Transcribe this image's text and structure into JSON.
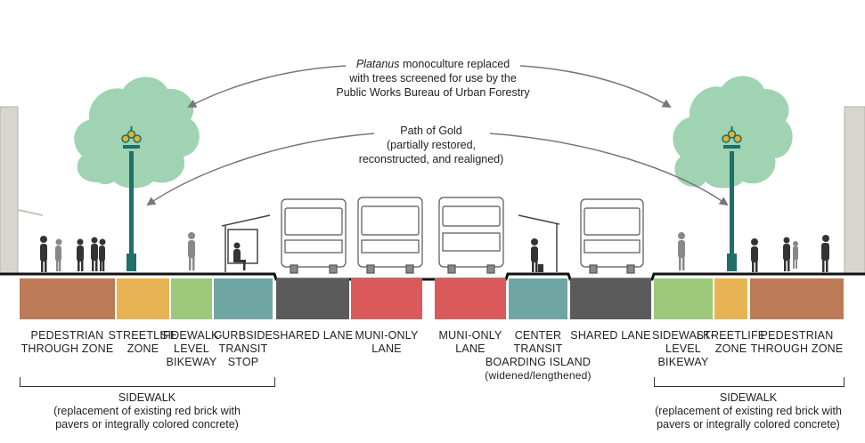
{
  "annotations": {
    "trees_em": "Platanus",
    "trees_rest": " monoculture replaced",
    "trees_line2": "with trees screened for use by the",
    "trees_line3": "Public Works Bureau of Urban Forestry",
    "gold_line1": "Path of Gold",
    "gold_line2": "(partially restored,",
    "gold_line3": "reconstructed, and realigned)"
  },
  "colors": {
    "pedestrian": "#bd7a57",
    "streetlife": "#e8b453",
    "bikeway": "#9dc87a",
    "transit_stop": "#6fa6a4",
    "shared_lane": "#5b5b5b",
    "muni_lane": "#da5a5b",
    "tree": "#9fd3b2",
    "lamp": "#1f6f6a",
    "lamp_light": "#e8b028",
    "building": "#d6d6cf",
    "people": "#333333"
  },
  "zones": [
    {
      "id": "ped-left",
      "line1": "PEDESTRIAN",
      "line2": "THROUGH ZONE",
      "line3": "",
      "line4": "",
      "color": "pedestrian"
    },
    {
      "id": "streetlife-left",
      "line1": "STREETLIFE",
      "line2": "ZONE",
      "line3": "",
      "line4": "",
      "color": "streetlife"
    },
    {
      "id": "bikeway-left",
      "line1": "SIDEWALK-",
      "line2": "LEVEL",
      "line3": "BIKEWAY",
      "line4": "",
      "color": "bikeway"
    },
    {
      "id": "transit-stop",
      "line1": "CURBSIDE",
      "line2": "TRANSIT",
      "line3": "STOP",
      "line4": "",
      "color": "transit_stop"
    },
    {
      "id": "shared-left",
      "line1": "SHARED LANE",
      "line2": "",
      "line3": "",
      "line4": "",
      "color": "shared_lane"
    },
    {
      "id": "muni-left",
      "line1": "MUNI-ONLY",
      "line2": "LANE",
      "line3": "",
      "line4": "",
      "color": "muni_lane"
    },
    {
      "id": "muni-right",
      "line1": "MUNI-ONLY",
      "line2": "LANE",
      "line3": "",
      "line4": "",
      "color": "muni_lane"
    },
    {
      "id": "boarding-island",
      "line1": "CENTER",
      "line2": "TRANSIT",
      "line3": "BOARDING ISLAND",
      "line4": "(widened/lengthened)",
      "color": "transit_stop"
    },
    {
      "id": "shared-right",
      "line1": "SHARED LANE",
      "line2": "",
      "line3": "",
      "line4": "",
      "color": "shared_lane"
    },
    {
      "id": "bikeway-right",
      "line1": "SIDEWALK-",
      "line2": "LEVEL",
      "line3": "BIKEWAY",
      "line4": "",
      "color": "bikeway"
    },
    {
      "id": "streetlife-right",
      "line1": "STREETLIFE",
      "line2": "ZONE",
      "line3": "",
      "line4": "",
      "color": "streetlife"
    },
    {
      "id": "ped-right",
      "line1": "PEDESTRIAN",
      "line2": "THROUGH ZONE",
      "line3": "",
      "line4": "",
      "color": "pedestrian"
    }
  ],
  "sidewalk_left": {
    "title": "SIDEWALK",
    "line2": "(replacement of existing red brick with",
    "line3": "pavers or integrally colored concrete)"
  },
  "sidewalk_right": {
    "title": "SIDEWALK",
    "line2": "(replacement of existing red brick with",
    "line3": "pavers or integrally colored concrete)"
  }
}
